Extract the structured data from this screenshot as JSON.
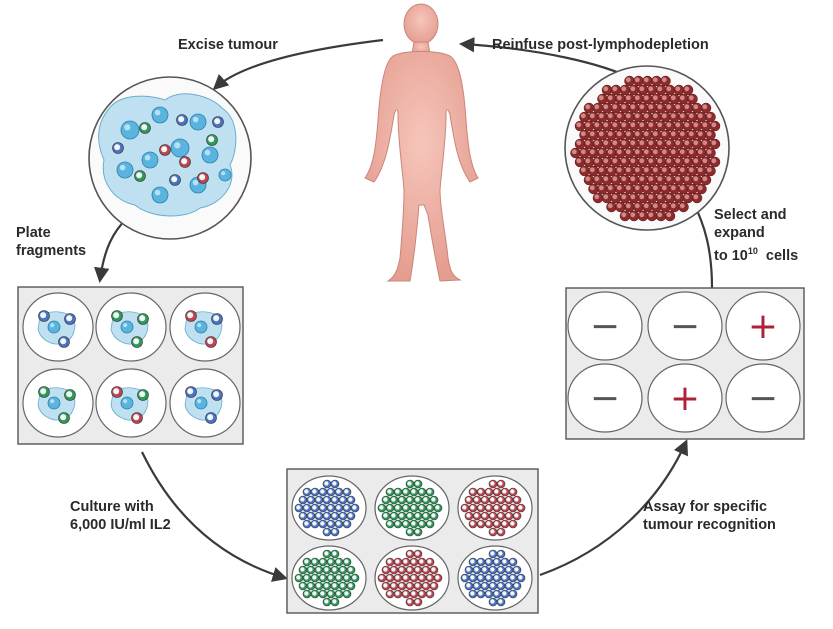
{
  "labels": {
    "excise": "Excise tumour",
    "reinfuse": "Reinfuse post-lymphodepletion",
    "plate_line1": "Plate",
    "plate_line2": "fragments",
    "culture_line1": "Culture with",
    "culture_line2": "6,000 IU/ml IL2",
    "assay_line1": "Assay for specific",
    "assay_line2": "tumour recognition",
    "select_line1": "Select and",
    "select_line2": "expand",
    "select_line3_prefix": "to 10",
    "select_line3_sup": "10",
    "select_line3_suffix": "cells"
  },
  "assay_results": [
    "−",
    "−",
    "+",
    "−",
    "+",
    "−"
  ],
  "colors": {
    "tumour_cytoplasm": "#bfe0f0",
    "tumour_cell": "#59b4e0",
    "lymph_blue": "#4a72c4",
    "lymph_green": "#2f9a55",
    "lymph_red": "#c0444c",
    "expanded_red": "#8c2a2c",
    "plate_bg": "#ebebeb",
    "body_skin": "#f0b0a4",
    "plus_color": "#b0203a",
    "arrow": "#3a3a3a"
  },
  "culture_wells": [
    "blue",
    "green",
    "red",
    "green",
    "red",
    "blue"
  ],
  "fragment_wells": [
    [
      "blue",
      "blue",
      "blue"
    ],
    [
      "green",
      "green",
      "green"
    ],
    [
      "red",
      "blue",
      "red"
    ],
    [
      "green",
      "green",
      "green"
    ],
    [
      "red",
      "green",
      "red"
    ],
    [
      "blue",
      "blue",
      "blue"
    ]
  ]
}
